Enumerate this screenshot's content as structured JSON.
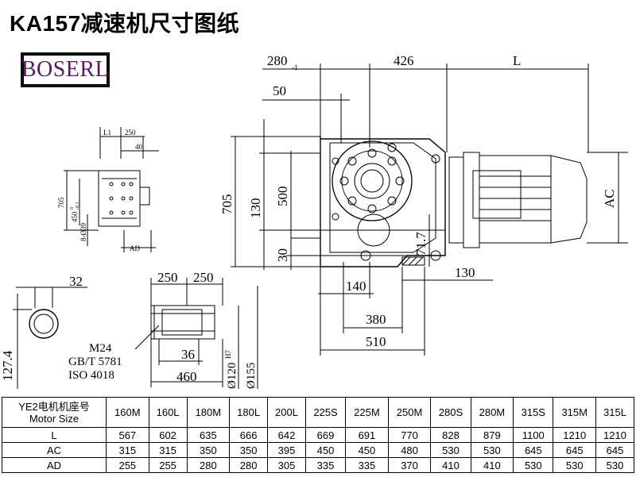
{
  "title": "KA157减速机尺寸图纸",
  "logo": {
    "text": "BOSERL",
    "color": "#5b1a5f"
  },
  "main_view": {
    "top_280": "280",
    "top_280_sub": "-1",
    "top_426": "426",
    "top_L": "L",
    "dim_50": "50",
    "dim_705": "705",
    "dim_130": "130",
    "dim_500": "500",
    "dim_30": "30",
    "dim_71_7": "71.7",
    "dim_AC": "AC",
    "dim_140": "140",
    "dim_130b": "130",
    "dim_380": "380",
    "dim_510": "510"
  },
  "small_view": {
    "L1": "L1",
    "d250": "250",
    "d40": "40",
    "d705": "705",
    "d450": "450",
    "d450_sup": "0",
    "d450_sub": "-0.1",
    "holes": "8-Ø39",
    "AD": "AD"
  },
  "shaft_view": {
    "d32": "32",
    "d127_4": "127.4",
    "d250a": "250",
    "d250b": "250",
    "thread1": "M24",
    "thread2": "GB/T 5781",
    "thread3": "ISO 4018",
    "d36": "36",
    "d460": "460",
    "d120": "Ø120",
    "d120_tol": "H7",
    "d155": "Ø155"
  },
  "table": {
    "header_line1": "YE2电机机座号",
    "header_line2": "Motor Size",
    "sizes": [
      "160M",
      "160L",
      "180M",
      "180L",
      "200L",
      "225S",
      "225M",
      "250M",
      "280S",
      "280M",
      "315S",
      "315M",
      "315L"
    ],
    "rows": [
      {
        "label": "L",
        "values": [
          "567",
          "602",
          "635",
          "666",
          "642",
          "669",
          "691",
          "770",
          "828",
          "879",
          "1100",
          "1210",
          "1210"
        ]
      },
      {
        "label": "AC",
        "values": [
          "315",
          "315",
          "350",
          "350",
          "395",
          "450",
          "450",
          "480",
          "530",
          "530",
          "645",
          "645",
          "645"
        ]
      },
      {
        "label": "AD",
        "values": [
          "255",
          "255",
          "280",
          "280",
          "305",
          "335",
          "335",
          "370",
          "410",
          "410",
          "530",
          "530",
          "530"
        ]
      }
    ]
  }
}
